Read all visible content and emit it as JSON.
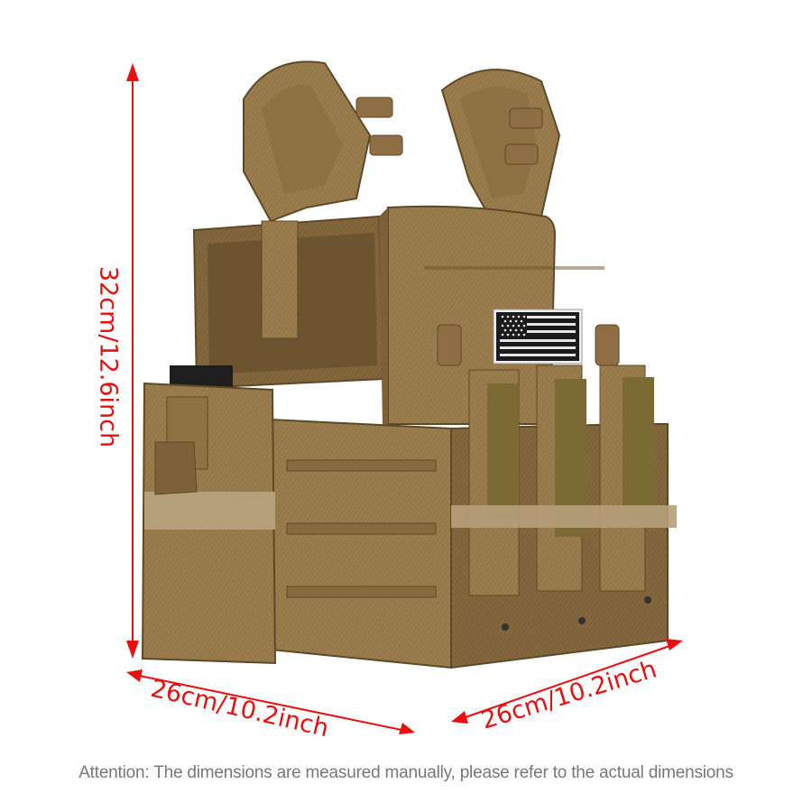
{
  "product": {
    "name": "Tactical plate carrier vest",
    "color_primary": "#9c7f4e",
    "color_dark": "#6f5632",
    "color_light": "#b49766",
    "patch": "black-white-us-flag-patch"
  },
  "dimensions": {
    "height_label": "32cm/12.6inch",
    "depth_label": "26cm/10.2inch",
    "width_label": "26cm/10.2inch",
    "arrow_color": "#e8100f"
  },
  "footer": {
    "note": "Attention: The dimensions are measured manually, please refer to the actual dimensions"
  }
}
